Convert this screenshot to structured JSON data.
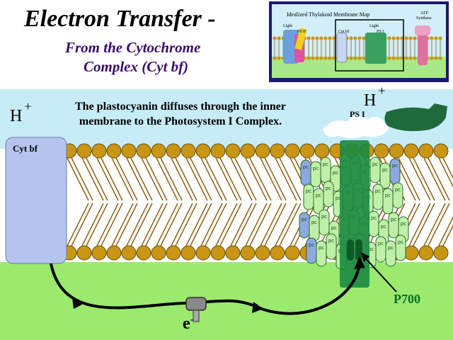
{
  "title": "Electron Transfer -",
  "subtitle_line1": "From the Cytochrome",
  "subtitle_line2": "Complex (Cyt bf)",
  "caption_line1": "The plastocyanin diffuses through the inner",
  "caption_line2": "membrane to the Photosystem I Complex.",
  "h_plus": {
    "letter": "H",
    "sign": "+"
  },
  "labels": {
    "cyt_bf": "Cyt bf",
    "ps_i": "PS I",
    "p700": "P700",
    "electron": "e",
    "electron_charge": "-",
    "pc": "pc"
  },
  "inset": {
    "title": "Idealized Thylakoid Membrane Map",
    "ps_ii": "PS II",
    "cyt_bf": "Cyt bf",
    "ps_i": "PS I",
    "light_1": "Light",
    "light_2": "Light",
    "atp_line1": "ATP",
    "atp_line2": "Synthase"
  },
  "colors": {
    "stroma_blue": "#c6ecf8",
    "lumen_green": "#9bea6e",
    "lipid_head": "#c89614",
    "lipid_tail": "#8a5a10",
    "cyt_bf_blue": "#b4c4ee",
    "ps1_dark_green": "#1a8a40",
    "ps1_light_green": "#bff0a8",
    "ps1_accent_blue": "#8ea8e0",
    "ferredoxin_green": "#1e6a3a",
    "p700_text": "#0b6b2a",
    "subtitle_purple": "#3a0d6b"
  }
}
